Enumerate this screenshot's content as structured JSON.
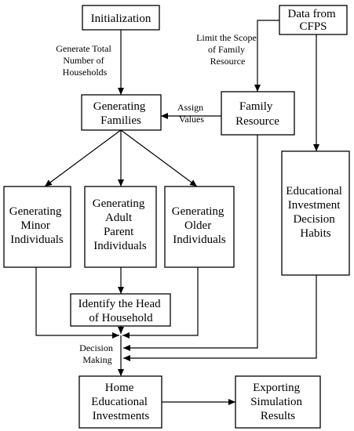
{
  "nodes": {
    "initialization": "Initialization",
    "data_from_cfps": "Data from CFPS",
    "generating_families": "Generating Families",
    "family_resource": "Family Resource",
    "generating_minor": "Generating Minor Individuals",
    "generating_adult_parent": "Generating Adult Parent Individuals",
    "generating_older": "Generating Older Individuals",
    "educational_habits": "Educational Investment Decision Habits",
    "head_of_household": "Identify the Head of Household",
    "home_investments": "Home Educational Investments",
    "exporting_results": "Exporting Simulation Results"
  },
  "edge_labels": {
    "generate_total": "Generate Total Number of Households",
    "limit_scope": "Limit the Scope of Family Resource",
    "assign_values": "Assign Values",
    "decision_making": "Decision Making"
  }
}
